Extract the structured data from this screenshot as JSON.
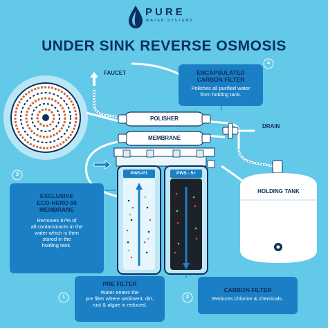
{
  "brand": {
    "name": "PURE",
    "tagline": "WATER SYSTEMS",
    "colors": {
      "navy": "#0d2e5e",
      "sky": "#63c9e9",
      "deep_blue": "#1a7fc4",
      "light_panel": "#b9e6f5"
    }
  },
  "title": "UNDER SINK REVERSE OSMOSIS",
  "labels": {
    "faucet": "FAUCET",
    "drain": "DRAIN",
    "polisher": "POLISHER",
    "membrane": "MEMBRANE",
    "holding_tank": "HOLDING TANK",
    "cartridge_1": "PWS-P1",
    "cartridge_2": "PWS - 5+"
  },
  "callouts": {
    "pre_filter": {
      "number": "1",
      "title": "PRE FILTER",
      "body": [
        "Water enters the",
        "pre filter where sediment, dirt,",
        "rust & algae is reduced."
      ]
    },
    "carbon_filter": {
      "number": "2",
      "title": "CARBON FILTER",
      "body": [
        "Reduces chlorine & chemicals."
      ]
    },
    "membrane": {
      "number": "3",
      "title": [
        "EXCLUSIVE",
        "ECO-HERO 50",
        "MEMBRANE"
      ],
      "body": [
        "Removes 97% of",
        "all contaminants in the",
        "water which is then",
        "stored in the",
        "holding tank."
      ]
    },
    "encapsulated": {
      "number": "4",
      "title": [
        "ENCAPSULATED",
        "CARBON FILTER"
      ],
      "body": [
        "Polishes all purified water",
        "from holding tank."
      ]
    }
  }
}
